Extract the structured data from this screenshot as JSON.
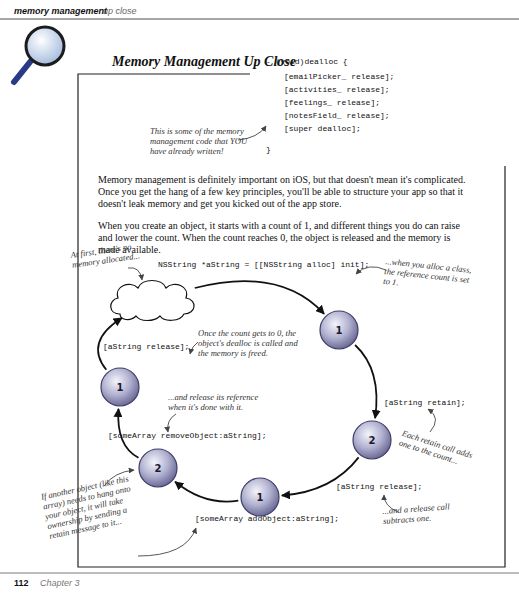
{
  "diagram": {
    "title": "Memory Management Up Close",
    "nodes": [
      {
        "text": []
      },
      {
        "text": [
          "1"
        ]
      },
      {
        "text": [
          "1"
        ]
      },
      {
        "text": [
          "2"
        ]
      },
      {
        "text": [
          "2"
        ]
      },
      {
        "text": [
          "1"
        ]
      }
    ],
    "edges": [
      {
        "from": 0,
        "to": 1,
        "arrow": "to",
        "label": "NSString *aString = [[NSString alloc] init];"
      },
      {
        "from": 1,
        "to": 3,
        "arrow": "to",
        "label": "[aString retain];"
      },
      {
        "from": 3,
        "to": 5,
        "arrow": "to",
        "label": "[aString release];"
      },
      {
        "from": 5,
        "to": 4,
        "arrow": "to",
        "label": "[someArray addObject:aString];"
      },
      {
        "from": 4,
        "to": 2,
        "arrow": "to",
        "label": "[someArray removeObject:aString];"
      },
      {
        "from": 2,
        "to": 0,
        "arrow": "to",
        "label": "[aString release];"
      }
    ],
    "labels": [
      "memory management",
      "up close",
      "- (void)dealloc {",
      "[emailPicker_ release];",
      "[activities_ release];",
      "[feelings_ release];",
      "[notesField_ release];",
      "[super dealloc];",
      "}",
      "This is some of the memory management code that YOU have already written!",
      "Memory management is definitely important on iOS, but that doesn't mean it's complicated. Once you get the hang of a few key principles, you'll be able to structure your app so that it doesn't leak memory and get you kicked out of the app store.",
      "When you create an object, it starts with a count of 1, and different things you do can raise and lower the count. When the count reaches 0, the object is released and the memory is made available.",
      "At first, there's no memory allocated...",
      "...when you alloc a class, the reference count is set to 1.",
      "Once the count gets to 0, the object's dealloc is called and the memory is freed.",
      "...and release its reference when it's done with it.",
      "Each retain call adds one to the count...",
      "If another object (like this array) needs to hang onto your object, it will take ownership by sending a retain message to it...",
      "...and a release call subtracts one.",
      "112",
      "Chapter 3"
    ]
  }
}
